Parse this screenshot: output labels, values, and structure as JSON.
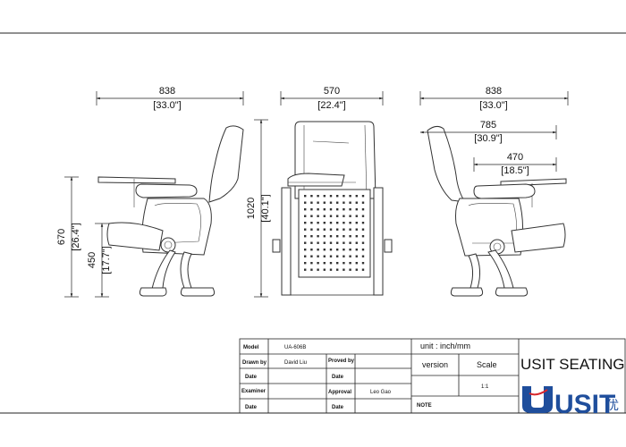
{
  "dimensions": {
    "side_left": {
      "depth_mm": "838",
      "depth_in": "[33.0\"]",
      "height_mm": "670",
      "height_in": "[26.4\"]",
      "seat_mm": "450",
      "seat_in": "[17.7\"]"
    },
    "front": {
      "width_mm": "570",
      "width_in": "[22.4\"]",
      "height_mm": "1020",
      "height_in": "[40.1\"]"
    },
    "side_right": {
      "depth_mm": "838",
      "depth_in": "[33.0\"]",
      "mid_mm": "785",
      "mid_in": "[30.9\"]",
      "short_mm": "470",
      "short_in": "[18.5\"]"
    }
  },
  "title_block": {
    "model_label": "Model",
    "model_value": "UA-606B",
    "drawn_label": "Drawn by",
    "drawn_value": "David Liu",
    "proved_label": "Proved by",
    "date_label": "Date",
    "examiner_label": "Examiner",
    "approval_label": "Approval",
    "approval_value": "Leo Gao",
    "unit_text": "unit : inch/mm",
    "version_label": "version",
    "scale_label": "Scale",
    "scale_value": "1:1",
    "note_label": "NOTE",
    "company": "USIT SEATING",
    "logo_text": "USIT",
    "logo_cn": "优"
  },
  "colors": {
    "logo_blue": "#1f4e9c",
    "logo_red": "#d7262b",
    "line": "#222222"
  }
}
